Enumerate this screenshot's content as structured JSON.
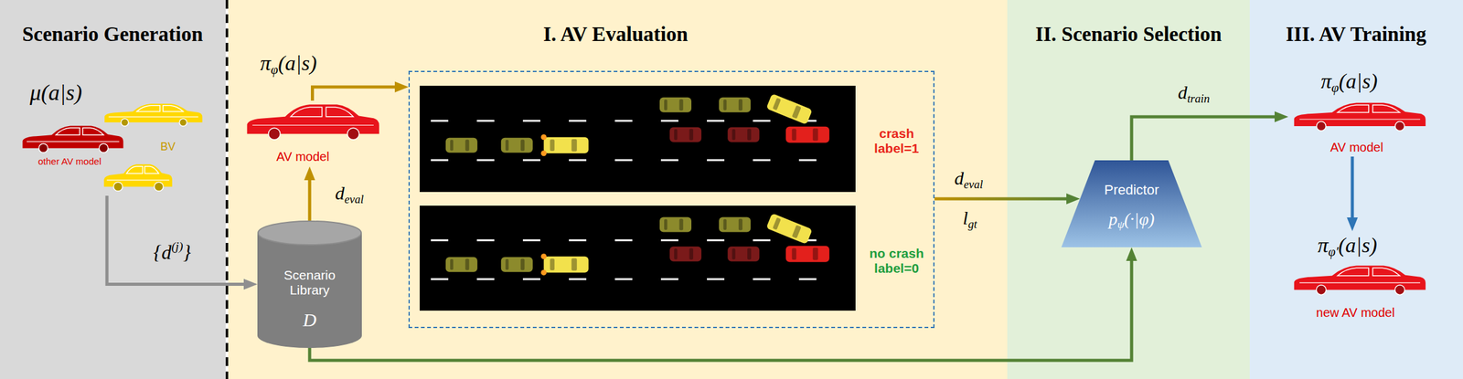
{
  "diagram": {
    "nodes": [
      {
        "text": [
          "Scenario Generation"
        ]
      },
      {
        "text": [
          "I. AV Evaluation"
        ]
      },
      {
        "text": [
          "II. Scenario Selection"
        ]
      },
      {
        "text": [
          "III. AV Training"
        ]
      },
      {
        "text": [
          "other AV model"
        ],
        "in": 0
      },
      {
        "text": [
          "BV"
        ],
        "in": 0
      },
      {
        "text": [
          "πφ(a|s)",
          "AV model"
        ],
        "in": 1
      },
      {
        "text": [
          "Scenario Library",
          "D"
        ],
        "in": 1
      },
      {
        "text": [
          "crash label=1",
          "no crash label=0"
        ],
        "in": 1
      },
      {
        "text": [
          "Predictor",
          "pψ(·|φ)"
        ],
        "in": 2
      },
      {
        "text": [
          "πφ(a|s)",
          "AV model"
        ],
        "in": 3
      },
      {
        "text": [
          "πφ′(a|s)",
          "new AV model"
        ],
        "in": 3
      }
    ],
    "edges": [
      {
        "from": 5,
        "to": 7,
        "arrow": "to",
        "label": "{d(j)}"
      },
      {
        "from": 7,
        "to": 6,
        "arrow": "to",
        "label": "deval"
      },
      {
        "from": 6,
        "to": 8,
        "arrow": "to"
      },
      {
        "from": 8,
        "to": 9,
        "arrow": "to",
        "label": "deval"
      },
      {
        "from": 7,
        "to": 9,
        "arrow": "to"
      },
      {
        "from": 9,
        "to": 10,
        "arrow": "to",
        "label": "dtrain"
      },
      {
        "from": 10,
        "to": 11,
        "arrow": "to"
      }
    ],
    "labels": [
      "μ(a|s)",
      "lgt"
    ]
  }
}
